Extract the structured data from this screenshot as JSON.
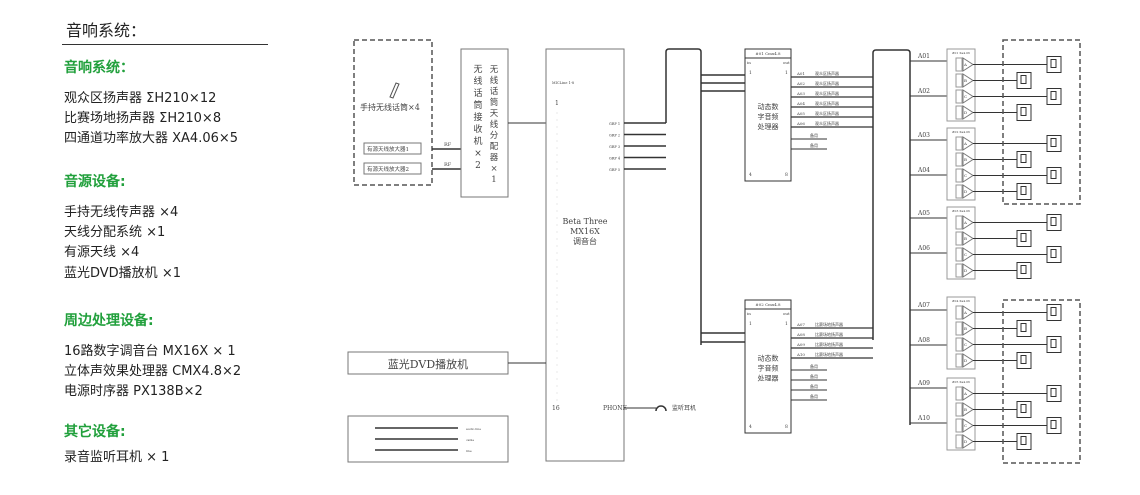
{
  "left_panel": {
    "title": "音响系统：",
    "sections": [
      {
        "heading": "音响系统：",
        "items": [
          "观众区扬声器 ΣH210×12",
          "比赛场地扬声器 ΣH210×8",
          "四通道功率放大器 XA4.06×5"
        ]
      },
      {
        "heading": "音源设备:",
        "items": [
          "手持无线传声器 ×4",
          "天线分配系统 ×1",
          "有源天线 ×4",
          "蓝光DVD播放机 ×1"
        ]
      },
      {
        "heading": "周边处理设备:",
        "items": [
          "16路数字调音台 MX16X × 1",
          "立体声效果处理器 CMX4.8×2",
          "电源时序器 PX138B×2"
        ]
      },
      {
        "heading": "其它设备:",
        "items": [
          "录音监听耳机 × 1"
        ]
      }
    ]
  },
  "diagram": {
    "mic_label": "手持无线话筒×4",
    "antenna_amps": [
      "有源天线放大器1",
      "有源天线放大器2"
    ],
    "rf_labels": [
      "RF",
      "RF"
    ],
    "receiver": "无线话筒接收机×2",
    "splitter": "无线话筒天线分配器×1",
    "mixer": {
      "top_label": "MICLine 1-8",
      "lines": [
        "Beta Three",
        "MX16X",
        "调音台"
      ],
      "ch_first": "1",
      "ch_last": "16",
      "phone": "PHONE",
      "groups": [
        "GRP 1",
        "GRP 2",
        "GRP 3",
        "GRP 4",
        "GRP 5"
      ]
    },
    "headphone_label": "监听耳机",
    "dvd": "蓝光DVD播放机",
    "legend": [
      "audio line",
      "cable",
      "line"
    ],
    "dsp": [
      {
        "header": "#01 Cmx4.8",
        "in": "in",
        "out": "out",
        "name": [
          "动态数",
          "字音频",
          "处理器"
        ],
        "in_first": "1",
        "in_last": "4",
        "out_first": "1",
        "out_last": "8",
        "outputs": [
          [
            "A01",
            "观众区扬声器"
          ],
          [
            "A02",
            "观众区扬声器"
          ],
          [
            "A03",
            "观众区扬声器"
          ],
          [
            "A04",
            "观众区扬声器"
          ],
          [
            "A05",
            "观众区扬声器"
          ],
          [
            "A06",
            "观众区扬声器"
          ]
        ],
        "spares": [
          "备用",
          "备用"
        ]
      },
      {
        "header": "#02 Cmx4.8",
        "in": "in",
        "out": "out",
        "name": [
          "动态数",
          "字音频",
          "处理器"
        ],
        "in_first": "1",
        "in_last": "4",
        "out_first": "1",
        "out_last": "8",
        "outputs": [
          [
            "A07",
            "比赛场地扬声器"
          ],
          [
            "A08",
            "比赛场地扬声器"
          ],
          [
            "A09",
            "比赛场地扬声器"
          ],
          [
            "A10",
            "比赛场地扬声器"
          ]
        ],
        "spares": [
          "备用",
          "备用",
          "备用",
          "备用"
        ]
      }
    ],
    "zones": [
      "A01",
      "A02",
      "A03",
      "A04",
      "A05",
      "A06",
      "A07",
      "A08",
      "A09",
      "A10"
    ],
    "amps": [
      "#01 Xa4.06",
      "#02 Xa4.06",
      "#03 Xa4.06",
      "#04 Xa4.06",
      "#05 Xa4.06"
    ],
    "amp_channels": [
      "A",
      "B",
      "C",
      "D"
    ]
  }
}
